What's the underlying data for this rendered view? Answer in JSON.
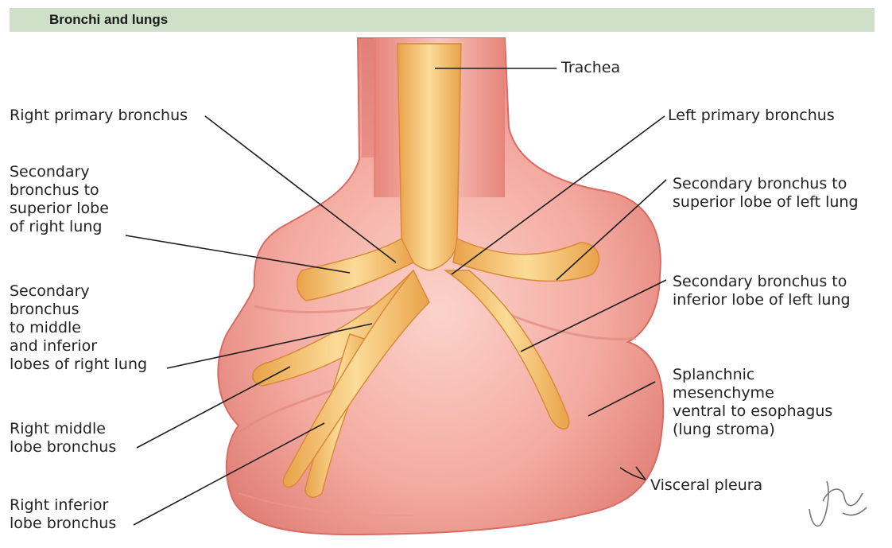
{
  "header": {
    "title": "Bronchi and lungs"
  },
  "labels": {
    "trachea": "Trachea",
    "right_primary_bronchus": "Right primary bronchus",
    "left_primary_bronchus": "Left primary bronchus",
    "secondary_superior_right": [
      "Secondary",
      "bronchus to",
      "superior lobe",
      "of right lung"
    ],
    "secondary_superior_left": [
      "Secondary bronchus to",
      "superior lobe of left lung"
    ],
    "secondary_middle_inferior_right": [
      "Secondary",
      "bronchus",
      "to middle",
      "and inferior",
      "lobes of right lung"
    ],
    "secondary_inferior_left": [
      "Secondary bronchus to",
      "inferior lobe of left lung"
    ],
    "splanchnic_mesenchyme": [
      "Splanchnic",
      "mesenchyme",
      "ventral to esophagus",
      "(lung stroma)"
    ],
    "right_middle_lobe_bronchus": [
      "Right middle",
      "lobe bronchus"
    ],
    "right_inferior_lobe_bronchus": [
      "Right inferior",
      "lobe bronchus"
    ],
    "visceral_pleura": "Visceral pleura"
  },
  "signature": {
    "text": "F. Netter M.D."
  },
  "colors": {
    "header_bg": "#cfe0c9",
    "lung_fill": "#f2a49a",
    "lung_edge": "#d46a62",
    "bronchus_fill": "#f2b35a",
    "bronchus_highlight": "#fbe2a2"
  }
}
